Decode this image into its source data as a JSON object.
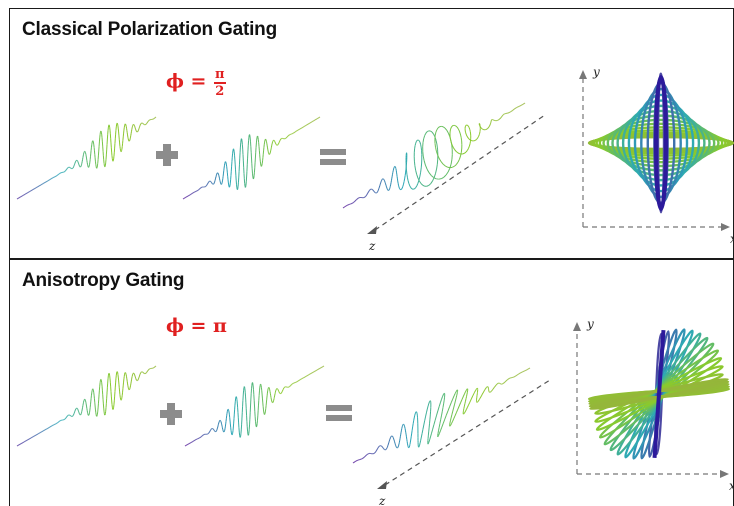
{
  "panels": [
    {
      "title": "Classical Polarization Gating",
      "phase_symbol": "ϕ =",
      "phase_numerator": "π",
      "phase_denominator": "2",
      "phase_value": "pi/2"
    },
    {
      "title": "Anisotropy Gating",
      "phase_symbol": "ϕ = π",
      "phase_value": "pi"
    }
  ],
  "axis_labels": {
    "x": "x",
    "y": "y",
    "z": "z"
  },
  "colors": {
    "phase": "#e02020",
    "operator": "#8c8c8c",
    "pulse_start": "#5b1f9b",
    "pulse_mid": "#2aa8b8",
    "pulse_end": "#8acb2b"
  }
}
